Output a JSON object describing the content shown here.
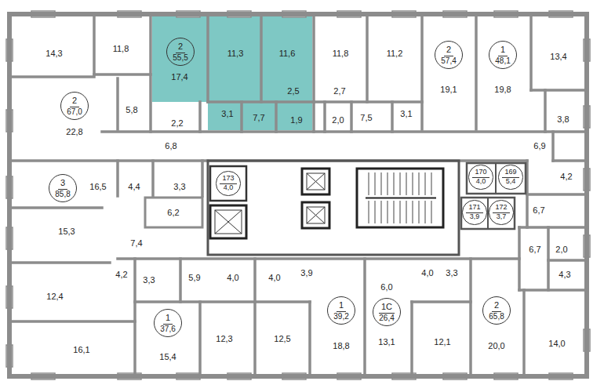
{
  "diagram": {
    "nodes": [
      {
        "text": [
          "2",
          "55,5"
        ]
      },
      {
        "text": [
          "2",
          "57,4"
        ]
      },
      {
        "text": [
          "1",
          "48,1"
        ]
      },
      {
        "text": [
          "2",
          "67,0"
        ]
      },
      {
        "text": [
          "173",
          "4,0"
        ]
      },
      {
        "text": [
          "170",
          "4,0"
        ]
      },
      {
        "text": [
          "169",
          "5,4"
        ]
      },
      {
        "text": [
          "3",
          "85,8"
        ]
      },
      {
        "text": [
          "171",
          "3,9"
        ]
      },
      {
        "text": [
          "172",
          "3,7"
        ]
      },
      {
        "text": [
          "1",
          "39,2"
        ]
      },
      {
        "text": [
          "2",
          "65,8"
        ]
      },
      {
        "text": [
          "1С",
          "26,4"
        ]
      },
      {
        "text": [
          "1",
          "37,6"
        ]
      }
    ],
    "labels": [
      "14,3",
      "11,8",
      "17,4",
      "11,3",
      "11,6",
      "11,8",
      "11,2",
      "19,1",
      "19,8",
      "13,4",
      "5,8",
      "2,2",
      "3,1",
      "7,7",
      "2,5",
      "1,9",
      "2,7",
      "2,0",
      "7,5",
      "3,1",
      "22,8",
      "6,8",
      "3,8",
      "6,9",
      "4,2",
      "16,5",
      "4,4",
      "3,3",
      "6,2",
      "6,7",
      "15,3",
      "7,4",
      "6,7",
      "2,0",
      "4,3",
      "4,2",
      "3,3",
      "5,9",
      "4,0",
      "4,0",
      "3,9",
      "6,0",
      "4,0",
      "3,3",
      "12,4",
      "15,4",
      "18,8",
      "13,1",
      "20,0",
      "12,3",
      "12,5",
      "12,1",
      "14,0",
      "16,1"
    ]
  }
}
